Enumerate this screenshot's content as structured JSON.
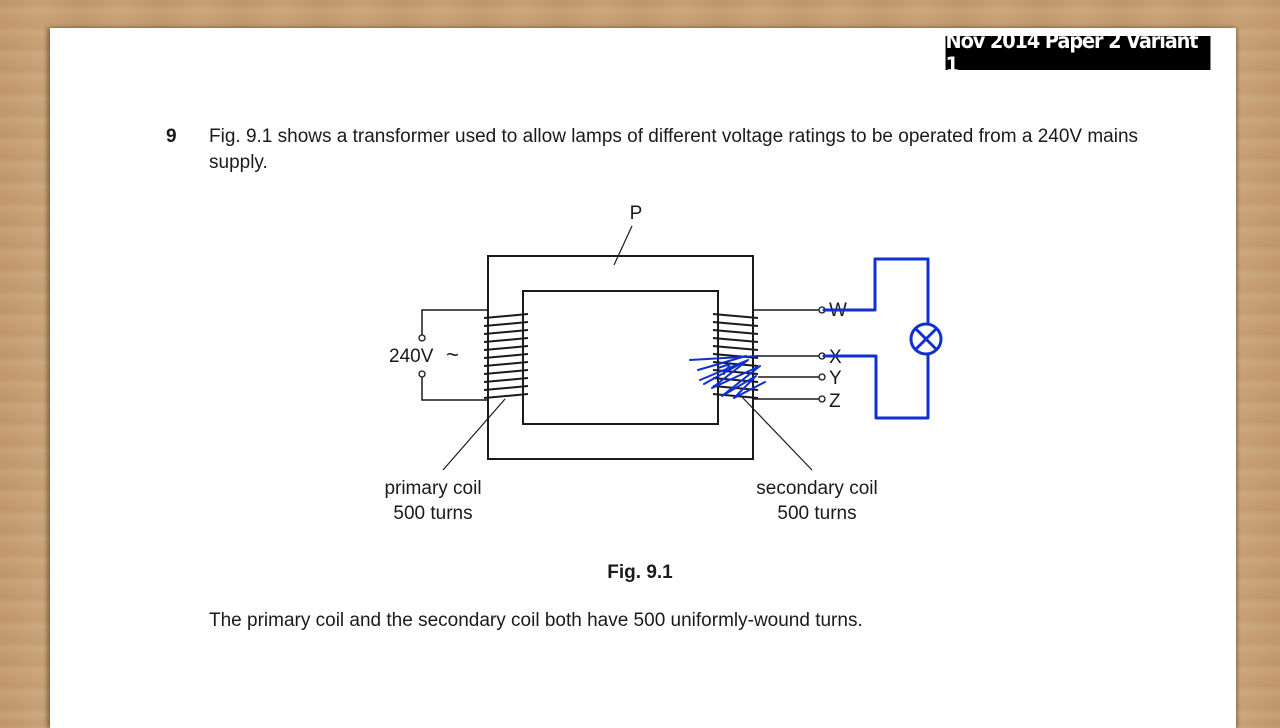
{
  "header": {
    "badge": "Nov 2014 Paper 2 Variant 1"
  },
  "question": {
    "number": "9",
    "text": "Fig. 9.1 shows a transformer used to allow lamps of different voltage ratings to be operated from a 240V mains supply."
  },
  "figure": {
    "label_p": "P",
    "supply_voltage": "240V",
    "supply_symbol": "~",
    "terminals": [
      "W",
      "X",
      "Y",
      "Z"
    ],
    "primary_coil": "primary coil",
    "primary_turns": "500 turns",
    "secondary_coil": "secondary coil",
    "secondary_turns": "500 turns",
    "caption": "Fig. 9.1"
  },
  "footer": {
    "text": "The primary coil and the secondary coil both have 500 uniformly-wound turns."
  },
  "colors": {
    "annotation": "#1030d0",
    "ink": "#1a1a1a"
  }
}
